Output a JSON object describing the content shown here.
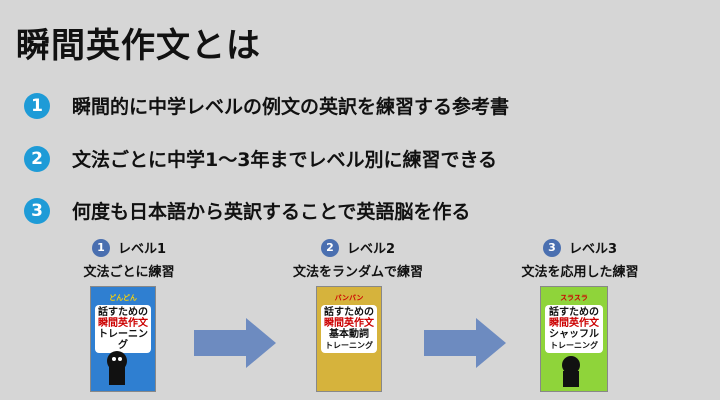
{
  "title": "瞬間英作文とは",
  "points": [
    {
      "num": "1",
      "text": "瞬間的に中学レベルの例文の英訳を練習する参考書"
    },
    {
      "num": "2",
      "text": "文法ごとに中学1〜3年までレベル別に練習できる"
    },
    {
      "num": "3",
      "text": "何度も日本語から英訳することで英語脳を作る"
    }
  ],
  "steps": [
    {
      "num": "1",
      "level": "レベル1",
      "desc": "文法ごとに練習",
      "book": {
        "tag": "どんどん",
        "title_line1": "話すための",
        "title_line2": "瞬間英作文",
        "title_line3": "トレーニング",
        "color": "#2f7fd1"
      }
    },
    {
      "num": "2",
      "level": "レベル2",
      "desc": "文法をランダムで練習",
      "book": {
        "tag": "バンバン",
        "title_line1": "話すための",
        "title_line2": "瞬間英作文",
        "title_line3": "基本動詞",
        "title_line4": "トレーニング",
        "color": "#d6b33c"
      }
    },
    {
      "num": "3",
      "level": "レベル3",
      "desc": "文法を応用した練習",
      "book": {
        "tag": "スラスラ",
        "title_line1": "話すための",
        "title_line2": "瞬間英作文",
        "title_line3": "シャッフル",
        "title_line4": "トレーニング",
        "color": "#8fd43a"
      }
    }
  ],
  "colors": {
    "accent": "#1e9bd7",
    "step_badge": "#4a6fb0",
    "arrow": "#6d8bc0",
    "background": "#d6d6d6"
  }
}
